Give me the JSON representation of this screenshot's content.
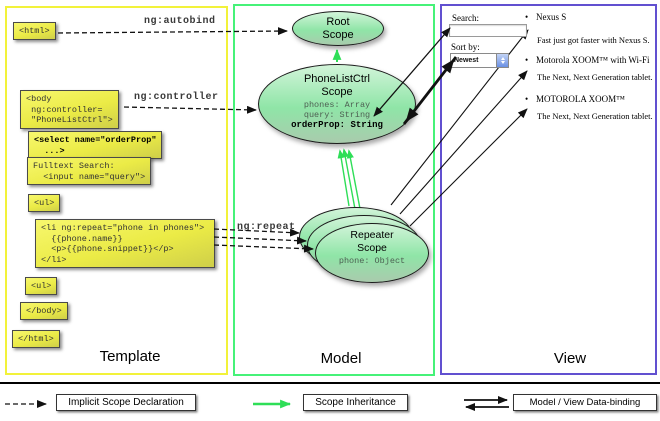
{
  "template_column": {
    "title": "Template",
    "boxes": [
      {
        "code": "<html>"
      },
      {
        "code": "<body\n ng:controller=\n \"PhoneListCtrl\">"
      },
      {
        "code": "<select name=\"orderProp\"\n  ...>"
      },
      {
        "code": "Fulltext Search:\n  <input name=\"query\">"
      },
      {
        "code": "<ul>"
      },
      {
        "code": "<li ng:repeat=\"phone in phones\">\n  {{phone.name}}\n  <p>{{phone.snippet}}</p>\n</li>"
      },
      {
        "code": "<ul>"
      },
      {
        "code": "</body>"
      },
      {
        "code": "</html>"
      }
    ]
  },
  "model_column": {
    "title": "Model",
    "root_scope": {
      "title": "Root\nScope"
    },
    "phonelistctrl_scope": {
      "title": "PhoneListCtrl\nScope",
      "props": "phones: Array\nquery: String",
      "bold_prop": "orderProp: String"
    },
    "repeater_scope": {
      "title": "Repeater\nScope",
      "prop": "phone: Object"
    }
  },
  "view_column": {
    "title": "View",
    "search_label": "Search:",
    "search_value": "",
    "sort_label": "Sort by:",
    "sort_selected": "Newest",
    "bullet": "•",
    "items": [
      {
        "name": "Nexus S",
        "desc": "Fast just got faster with Nexus S."
      },
      {
        "name": "Motorola XOOM™ with Wi-Fi",
        "desc": "The Next, Next Generation tablet."
      },
      {
        "name": "MOTOROLA XOOM™",
        "desc": "The Next, Next Generation tablet."
      }
    ]
  },
  "annotations": {
    "autobind": "ng:autobind",
    "controller": "ng:controller",
    "repeat": "ng:repeat"
  },
  "legend": {
    "implicit": "Implicit Scope Declaration",
    "inheritance": "Scope Inheritance",
    "databinding": "Model / View Data-binding"
  },
  "colors": {
    "template_border": "#f2f23a",
    "model_border": "#46f278",
    "view_border": "#6150d0",
    "scope_green": "#2ede57",
    "codebox_yellow": "#ebeb46",
    "arrow_black": "#111111"
  }
}
